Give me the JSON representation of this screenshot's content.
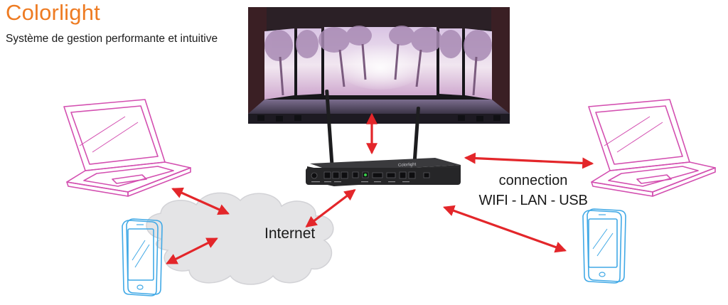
{
  "header": {
    "title": "Colorlight",
    "subtitle": "Système de gestion performante et intuitive"
  },
  "cloud": {
    "label": "Internet"
  },
  "connection": {
    "line1": "connection",
    "line2": "WIFI - LAN - USB"
  },
  "device": {
    "brand_text": "Colorlight"
  },
  "colors": {
    "title": "#ee7b22",
    "arrow": "#e3262a",
    "laptop": "#d34fb0",
    "phone": "#41a9e6",
    "cloud": "#e4e4e6",
    "device": "#2a2a2c"
  },
  "icons": {
    "laptop": "laptop-icon",
    "phone": "smartphone-icon",
    "cloud": "cloud-icon",
    "device": "led-controller-box-icon",
    "screen": "led-stage-screen-photo"
  }
}
